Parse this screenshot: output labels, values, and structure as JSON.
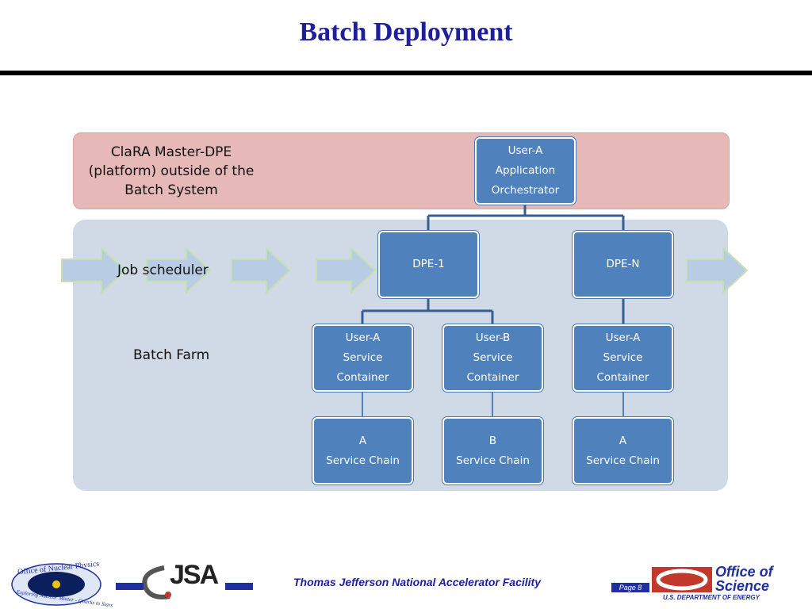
{
  "title": "Batch Deployment",
  "regions": {
    "master_label": "ClaRA Master-DPE (platform) outside of the Batch System",
    "scheduler_label": "Job scheduler",
    "farm_label": "Batch Farm"
  },
  "nodes": {
    "orchestrator": [
      "User-A",
      "Application",
      "Orchestrator"
    ],
    "dpe1": [
      "DPE-1"
    ],
    "dpen": [
      "DPE-N"
    ],
    "container_a1": [
      "User-A",
      "Service",
      "Container"
    ],
    "container_b": [
      "User-B",
      "Service",
      "Container"
    ],
    "container_a2": [
      "User-A",
      "Service",
      "Container"
    ],
    "chain_a1": [
      "A",
      "Service Chain"
    ],
    "chain_b": [
      "B",
      "Service Chain"
    ],
    "chain_a2": [
      "A",
      "Service Chain"
    ]
  },
  "footer": {
    "org": "Thomas Jefferson National Accelerator Facility",
    "page": "Page 8",
    "logo_jsa": "JSA",
    "logo_onp_top": "Office of Nuclear Physics",
    "logo_onp_bottom": "Exploring Nuclear Matter - Quarks to Stars",
    "logo_office_line1": "Office of",
    "logo_office_line2": "Science",
    "logo_doe": "U.S. DEPARTMENT OF ENERGY"
  },
  "colors": {
    "title": "#1f1f9c",
    "node_fill": "#4f81bd",
    "top_band": "#e6b9b8",
    "bottom_band": "#d0d9e6",
    "arrow_fill": "#b8cce4",
    "connector": "#365f91"
  }
}
